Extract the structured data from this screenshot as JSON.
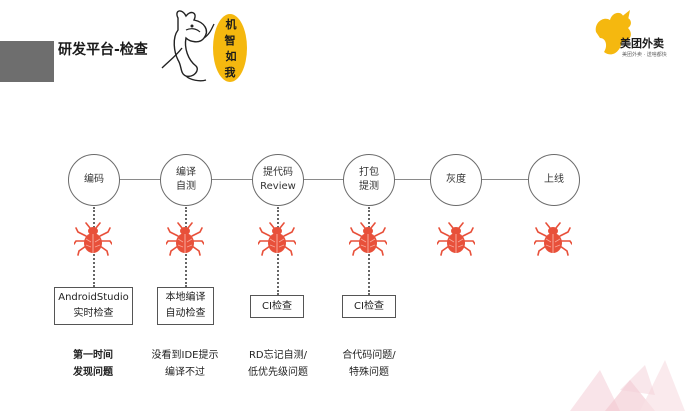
{
  "slide": {
    "title": "研发平台-检查",
    "mascot_text": "机智如我",
    "mascot_chars": [
      "机",
      "智",
      "如",
      "我"
    ],
    "brand": {
      "name": "美团外卖",
      "slogan": "美团外卖 · 送啥都快",
      "accent": "#f5b80f"
    }
  },
  "stages": [
    {
      "label": "编码"
    },
    {
      "label": "编译\n自测"
    },
    {
      "label": "提代码\nReview"
    },
    {
      "label": "打包\n提测"
    },
    {
      "label": "灰度"
    },
    {
      "label": "上线"
    }
  ],
  "checks": [
    {
      "label": "AndroidStudio\n实时检查"
    },
    {
      "label": "本地编译\n自动检查"
    },
    {
      "label": "CI检查"
    },
    {
      "label": "CI检查"
    }
  ],
  "notes": [
    {
      "label": "第一时间\n发现问题"
    },
    {
      "label": "没看到IDE提示\n编译不过"
    },
    {
      "label": "RD忘记自测/\n低优先级问题"
    },
    {
      "label": "合代码问题/\n特殊问题"
    }
  ],
  "colors": {
    "bug": "#e8503a",
    "tab": "#6e6e6e",
    "line": "#8a8a8a"
  },
  "icons": [
    "bug-icon",
    "kangaroo-mascot-icon",
    "meituan-kangaroo-logo-icon"
  ]
}
